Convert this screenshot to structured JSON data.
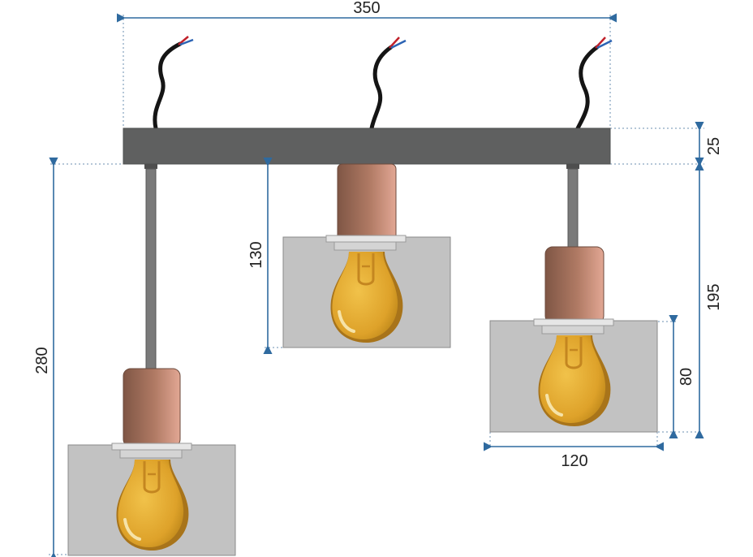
{
  "dimensions": {
    "width_total": "350",
    "bar_height": "25",
    "drop_right": "195",
    "drop_middle": "130",
    "drop_left": "280",
    "shade_height": "80",
    "shade_width": "120"
  },
  "colors": {
    "bar": "#5f6060",
    "rod": "#7a7a7a",
    "socket_dark": "#8e6552",
    "socket_light": "#d89a86",
    "shade": "#c2c2c2",
    "bulb": "#e0a52a",
    "bulb_edge": "#a8741a",
    "dimension_line": "#2f6a9f",
    "wire": "#151515",
    "wire_red": "#c0202a",
    "wire_blue": "#2c64b4"
  },
  "icons": [
    "ceiling-bar",
    "cable-wire",
    "pendant-lamp",
    "light-bulb",
    "dimension-arrow"
  ]
}
